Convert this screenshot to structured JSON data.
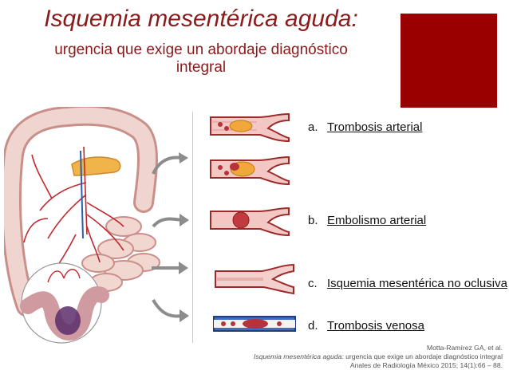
{
  "slide": {
    "title": "Isquemia mesentérica aguda:",
    "subtitle_line1": "urgencia que exige un abordaje diagnóstico",
    "subtitle_line2": "integral",
    "accent_color": "#990000",
    "title_color": "#8b1a1a"
  },
  "figure": {
    "items": [
      {
        "letter": "a.",
        "text": "Trombosis arterial"
      },
      {
        "letter": "b.",
        "text": "Embolismo arterial"
      },
      {
        "letter": "c.",
        "text": "Isquemia mesentérica no oclusiva"
      },
      {
        "letter": "d.",
        "text": "Trombosis venosa"
      }
    ]
  },
  "citation": {
    "line1": "Motta-Ramírez GA, et al.",
    "line2_italic": "Isquemia mesentérica aguda:",
    "line2_rest": " urgencia que exige un abordaje diagnóstico integral",
    "line3": "Anales de Radiología México 2015; 14(1):66 – 88."
  }
}
